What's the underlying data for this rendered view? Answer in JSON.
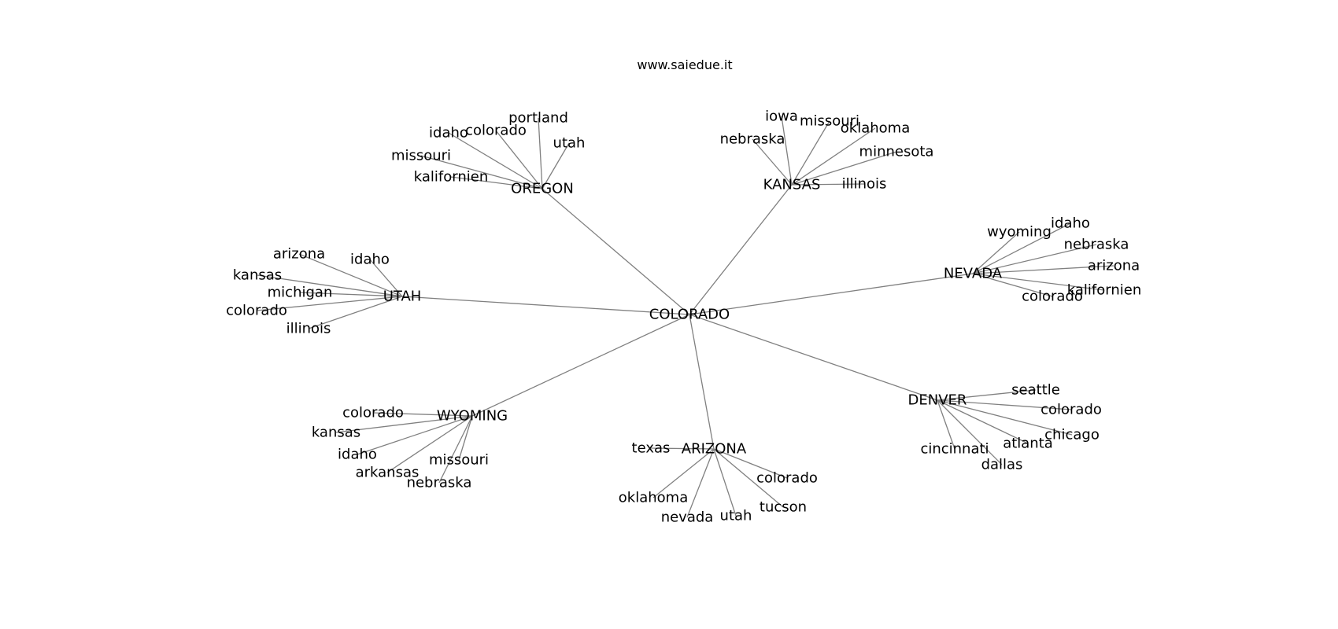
{
  "title": "www.saiedue.it",
  "center": {
    "label": "COLORADO"
  },
  "hubs": [
    {
      "id": "oregon",
      "label": "OREGON",
      "leaves": [
        "portland",
        "colorado",
        "idaho",
        "utah",
        "missouri",
        "kalifornien"
      ]
    },
    {
      "id": "kansas",
      "label": "KANSAS",
      "leaves": [
        "iowa",
        "missouri",
        "oklahoma",
        "nebraska",
        "minnesota",
        "illinois"
      ]
    },
    {
      "id": "utah",
      "label": "UTAH",
      "leaves": [
        "arizona",
        "idaho",
        "kansas",
        "michigan",
        "colorado",
        "illinois"
      ]
    },
    {
      "id": "nevada",
      "label": "NEVADA",
      "leaves": [
        "idaho",
        "wyoming",
        "nebraska",
        "arizona",
        "kalifornien",
        "colorado"
      ]
    },
    {
      "id": "wyoming",
      "label": "WYOMING",
      "leaves": [
        "colorado",
        "kansas",
        "idaho",
        "missouri",
        "arkansas",
        "nebraska"
      ]
    },
    {
      "id": "arizona",
      "label": "ARIZONA",
      "leaves": [
        "texas",
        "colorado",
        "oklahoma",
        "tucson",
        "utah",
        "nevada"
      ]
    },
    {
      "id": "denver",
      "label": "DENVER",
      "leaves": [
        "seattle",
        "colorado",
        "chicago",
        "atlanta",
        "cincinnati",
        "dallas"
      ]
    }
  ]
}
